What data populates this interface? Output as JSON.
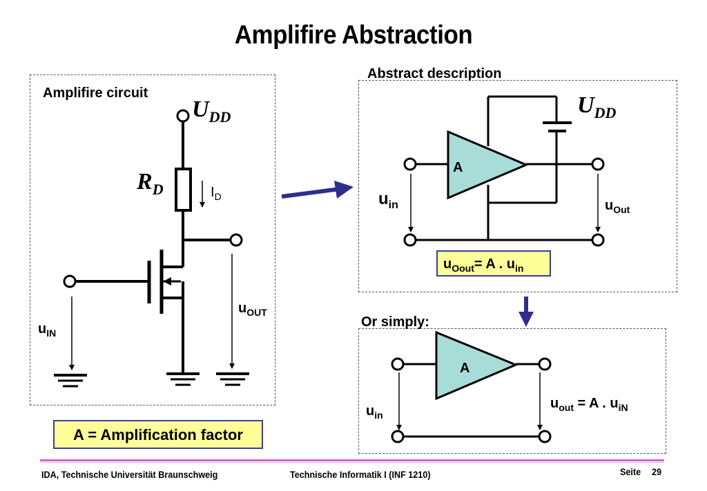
{
  "title": "Amplifire Abstraction",
  "left_panel": {
    "label": "Amplifire circuit",
    "supply": {
      "main": "U",
      "sub": "DD"
    },
    "resistor": {
      "main": "R",
      "sub": "D"
    },
    "current": {
      "main": "I",
      "sub": "D"
    },
    "input": {
      "main": "u",
      "sub": "IN"
    },
    "output": {
      "main": "u",
      "sub": "OUT"
    }
  },
  "right_top": {
    "heading": "Abstract description",
    "supply": {
      "main": "U",
      "sub": "DD"
    },
    "amp_label": "A",
    "input": {
      "main": "u",
      "sub": "in"
    },
    "output": {
      "main": "u",
      "sub": "Out"
    },
    "formula": {
      "lhs": "u",
      "lhs_sub": "Oout",
      "mid": "= A . u",
      "rhs_sub": "in"
    }
  },
  "right_bottom": {
    "heading": "Or simply:",
    "amp_label": "A",
    "input": {
      "main": "u",
      "sub": "in"
    },
    "formula": {
      "lhs": "u",
      "lhs_sub": "out",
      "mid": " = A . u",
      "rhs_sub": "iN"
    }
  },
  "legend": "A = Amplification factor",
  "footer": {
    "left": "IDA, Technische Universität Braunschweig",
    "center": "Technische Informatik I (INF 1210)",
    "page_label": "Seite",
    "page_number": "29"
  },
  "colors": {
    "amp_fill": "#a8dcd8",
    "arrow": "#2e2e8e",
    "formula_bg": "#ffff99",
    "footer_line": "#cc66cc"
  }
}
